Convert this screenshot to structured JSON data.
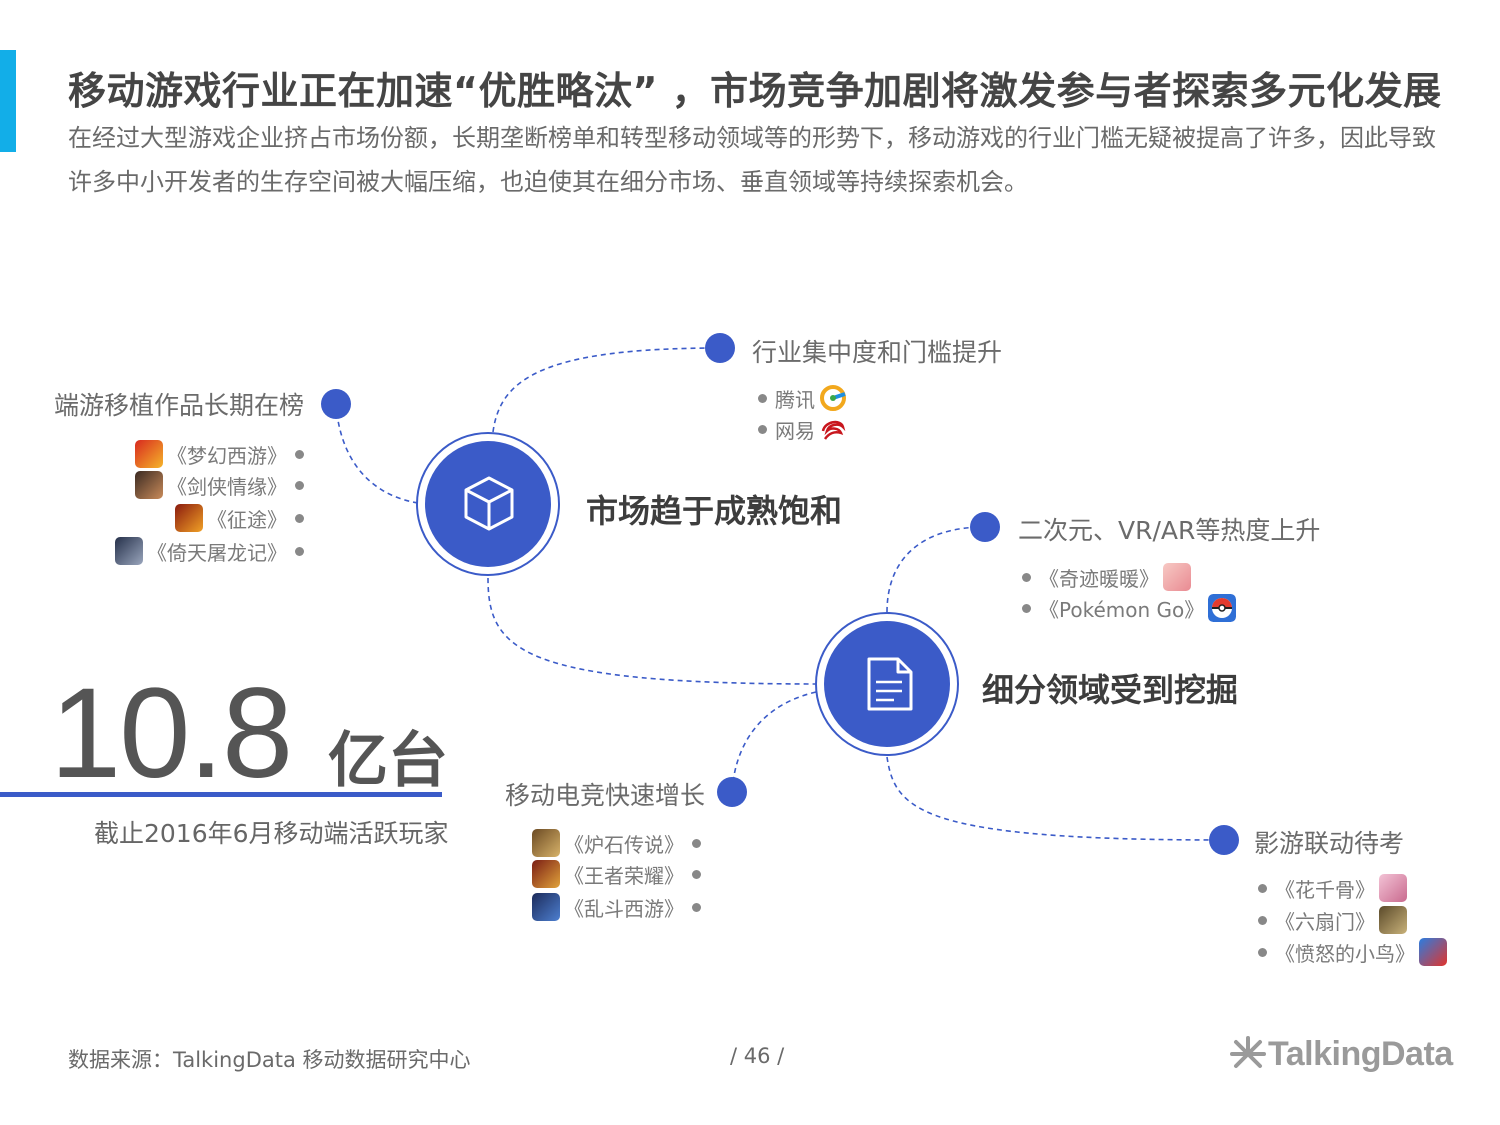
{
  "header": {
    "title": "移动游戏行业正在加速“优胜略汰” ，市场竞争加剧将激发参与者探索多元化发展",
    "subtitle": "在经过大型游戏企业挤占市场份额，长期垄断榜单和转型移动领域等的形势下，移动游戏的行业门槛无疑被提高了许多，因此导致许多中小开发者的生存空间被大幅压缩，也迫使其在细分市场、垂直领域等持续探索机会。"
  },
  "colors": {
    "accent": "#12aee8",
    "hub": "#3b5bc8",
    "dash": "#3b5bc8"
  },
  "hubs": [
    {
      "label": "市场趋于成熟饱和",
      "icon": "cube-icon"
    },
    {
      "label": "细分领域受到挖掘",
      "icon": "document-icon"
    }
  ],
  "branches": {
    "industry": {
      "label": "行业集中度和门槛提升",
      "items": [
        "腾讯",
        "网易"
      ]
    },
    "pc_port": {
      "label": "端游移植作品长期在榜",
      "items": [
        "《梦幻西游》",
        "《剑侠情缘》",
        "《征途》",
        "《倚天屠龙记》"
      ]
    },
    "acg": {
      "label": "二次元、VR/AR等热度上升",
      "items": [
        "《奇迹暖暖》",
        "《Pokémon Go》"
      ]
    },
    "esports": {
      "label": "移动电竞快速增长",
      "items": [
        "《炉石传说》",
        "《王者荣耀》",
        "《乱斗西游》"
      ]
    },
    "ip": {
      "label": "影游联动待考",
      "items": [
        "《花千骨》",
        "《六扇门》",
        "《愤怒的小鸟》"
      ]
    }
  },
  "stat": {
    "value": "10.8",
    "unit": "亿台",
    "desc": "截止2016年6月移动端活跃玩家"
  },
  "footer": {
    "source": "数据来源：TalkingData 移动数据研究中心",
    "page": "/ 46 /",
    "logo": "TalkingData"
  }
}
